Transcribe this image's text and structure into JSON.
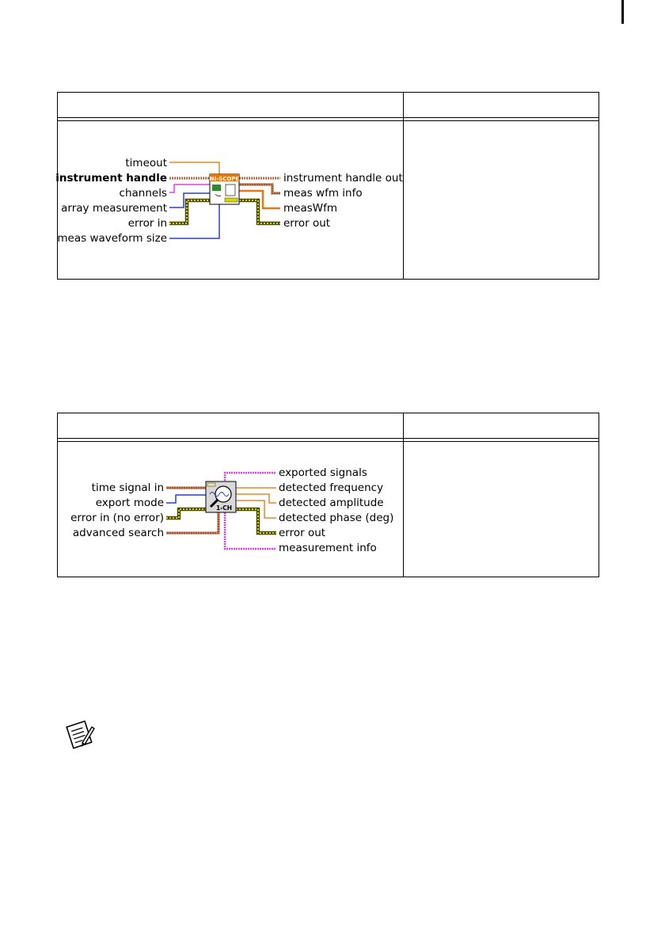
{
  "table1": {
    "header": {
      "col1": "",
      "col2": ""
    },
    "vi_icon": {
      "banner": "NI-SCOPE"
    },
    "inputs": [
      "timeout",
      "instrument handle",
      "channels",
      "array measurement",
      "error in",
      "meas waveform size"
    ],
    "outputs": [
      "instrument handle out",
      "meas wfm info",
      "measWfm",
      "error out"
    ]
  },
  "table2": {
    "header": {
      "col1": "",
      "col2": ""
    },
    "vi_icon": {
      "label": "1-CH"
    },
    "inputs": [
      "time signal in",
      "export mode",
      "error in (no error)",
      "advanced search"
    ],
    "outputs": [
      "exported signals",
      "detected frequency",
      "detected amplitude",
      "detected phase (deg)",
      "error out",
      "measurement info"
    ]
  },
  "wire_colors": {
    "numeric_orange": "#e08a2c",
    "cluster_brown": "#8b4513",
    "string_pink": "#e040e0",
    "error_green": "#7a8a10",
    "int_blue": "#2a3fd0",
    "array_orange": "#e8761a"
  },
  "note": {
    "icon": "note-icon"
  }
}
